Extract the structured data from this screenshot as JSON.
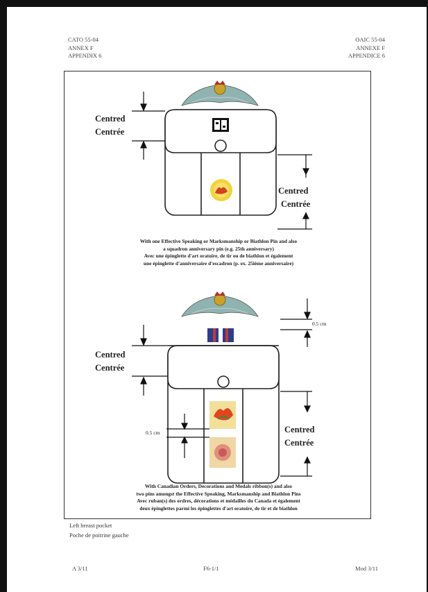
{
  "header": {
    "left": [
      "CATO 55-04",
      "ANNEX F",
      "APPENDIX 6"
    ],
    "right": [
      "OAIC 55-04",
      "ANNEXE F",
      "APPENDICE 6"
    ]
  },
  "figure1": {
    "label_en": "Centred",
    "label_fr": "Centrée",
    "right_label_en": "Centred",
    "right_label_fr": "Centrée",
    "caption": [
      "With one Effective Speaking or Marksmanship or Biathlon Pin and also",
      "a squadron anniversary pin (e.g. 25th anniversary)",
      "Avec une épinglette d'art oratoire, de tir ou de biathlon et également",
      "une épinglette d'anniversaire d'escadron (p. ex. 25ième anniversaire)"
    ]
  },
  "figure2": {
    "label_en": "Centred",
    "label_fr": "Centrée",
    "right_label_en": "Centred",
    "right_label_fr": "Centrée",
    "top_dim": "0.5 cm",
    "left_dim": "0.5 cm",
    "caption": [
      "With Canadian Orders, Decorations and Medals ribbon(s) and also",
      "two pins amongst the Effective Speaking, Marksmanship and Biathlon Pins",
      "Avec ruban(s) des ordres, décorations et médailles du Canada et également",
      "deux épinglettes parmi les épinglettes d'art oratoire, de tir et de biathlon"
    ]
  },
  "bottom_caption": [
    "Left breast pocket",
    "Poche de poitrine gauche"
  ],
  "footer": {
    "left": "A 3/11",
    "center": "F6-1/1",
    "right": "Mod 3/11"
  },
  "colors": {
    "crest_wings": "#8fb3b0",
    "crown": "#c9a227",
    "pin_gold": "#f2d33a",
    "ribbon_blue": "#2d3d8c",
    "ribbon_red": "#c23b2e"
  }
}
